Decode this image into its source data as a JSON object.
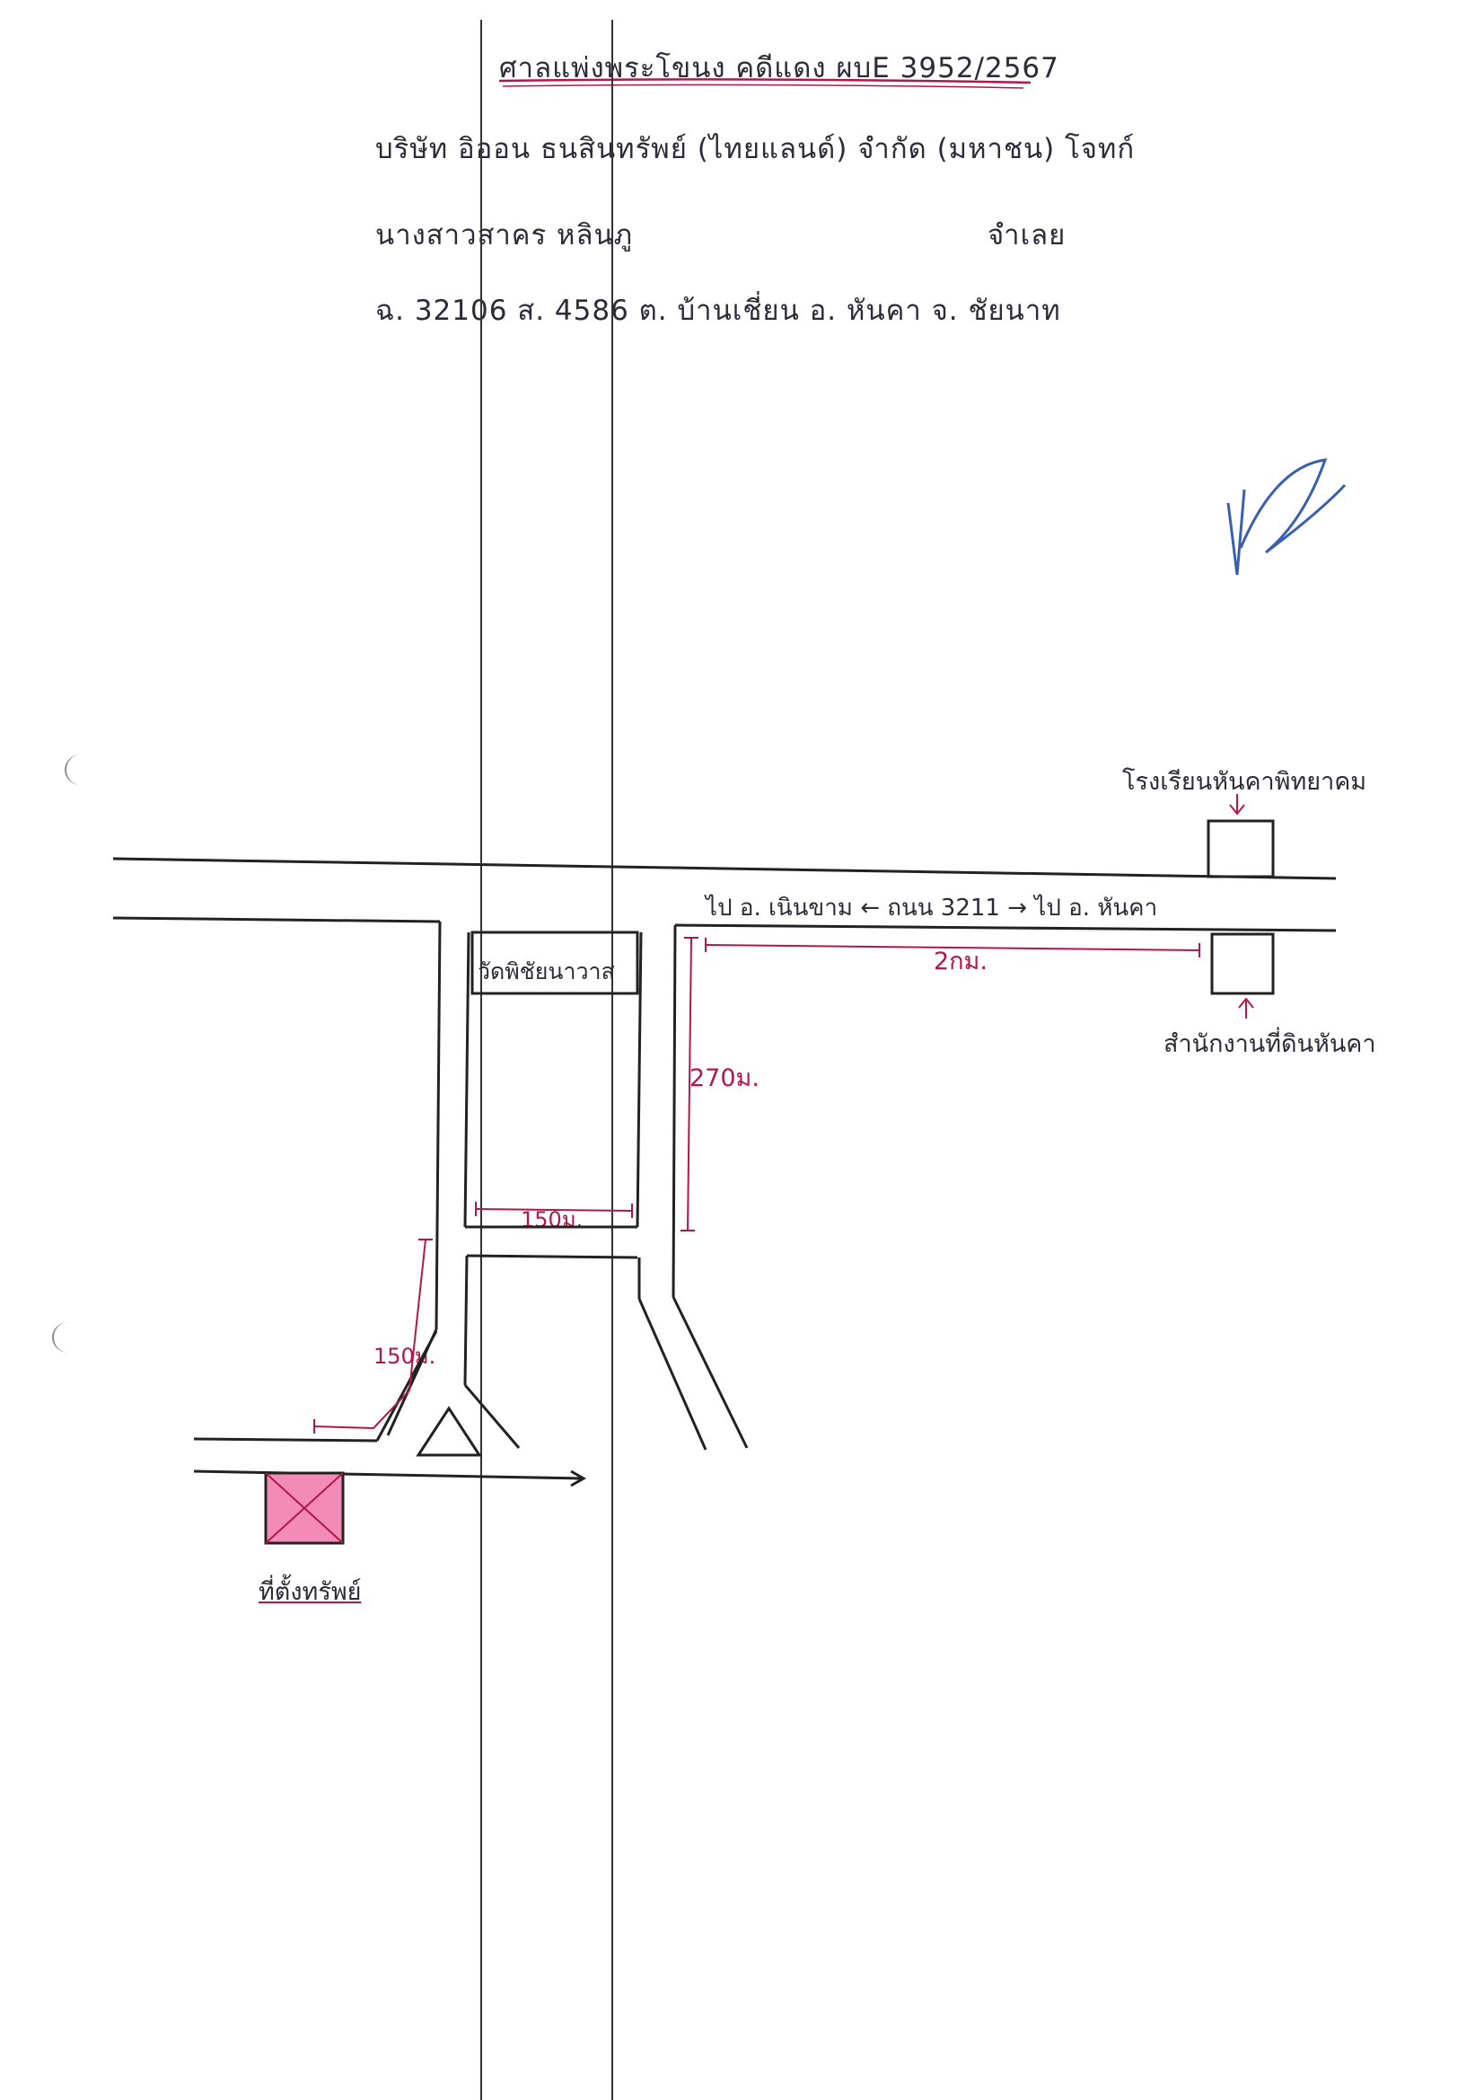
{
  "header": {
    "court_case": "ศาลแพ่งพระโขนง คดีแดง ผบE 3952/2567",
    "plaintiff": "บริษัท อิออน ธนสินทรัพย์ (ไทยแลนด์) จำกัด (มหาชน) โจทก์",
    "defendant_name": "นางสาวสาคร หลินภู",
    "defendant_role": "จำเลย",
    "title_deed": "ฉ. 32106 ส. 4586 ต. บ้านเชี่ยน อ. หันคา จ. ชัยนาท"
  },
  "signature": "N",
  "map": {
    "school_label": "โรงเรียนหันคาพิทยาคม",
    "road_label": "ไป อ. เนินขาม ← ถนน 3211 → ไป อ. หันคา",
    "distance_main": "2กม.",
    "land_office_label": "สำนักงานที่ดินหันคา",
    "temple_label": "วัดพิชัยนาวาส",
    "distance_side": "270ม.",
    "distance_temple": "150ม.",
    "distance_branch": "150ม.",
    "property_label": "ที่ตั้งทรัพย์"
  },
  "colors": {
    "ink": "#2b2b3a",
    "annotation": "#b0184a",
    "property_fill": "#f28bb5"
  }
}
